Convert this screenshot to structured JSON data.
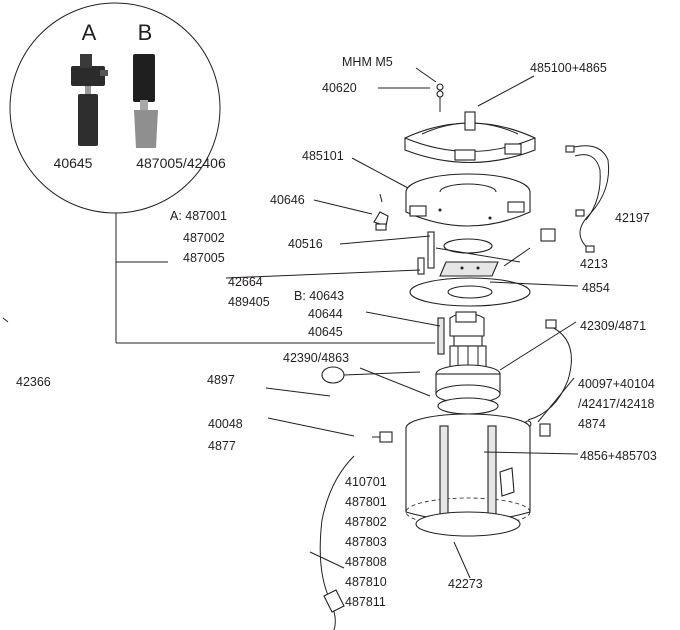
{
  "inset": {
    "letter_a": "A",
    "letter_b": "B",
    "code_a": "40645",
    "code_b": "487005/42406"
  },
  "labels": {
    "mhm_m5": "MHM M5",
    "p40620": "40620",
    "p485100": "485100+4865",
    "p485101": "485101",
    "p40646": "40646",
    "p42197": "42197",
    "brush_a1": "A: 487001",
    "brush_a2": "487002",
    "brush_a3": "487005",
    "p40516": "40516",
    "p4213": "4213",
    "p42664": "42664",
    "p489405": "489405",
    "p4854": "4854",
    "brush_b1": "B: 40643",
    "brush_b2": "40644",
    "brush_b3": "40645",
    "p42309": "42309/4871",
    "p42390": "42390/4863",
    "p42366": "42366",
    "p4897": "4897",
    "p40048": "40048",
    "p4877": "4877",
    "p40097": "40097+40104",
    "p42417": "/42417/42418",
    "p4874": "4874",
    "p4856": "4856+485703",
    "cable_1": "410701",
    "cable_2": "487801",
    "cable_3": "487802",
    "cable_4": "487803",
    "cable_5": "487808",
    "cable_6": "487810",
    "cable_7": "487811",
    "p42273": "42273"
  }
}
